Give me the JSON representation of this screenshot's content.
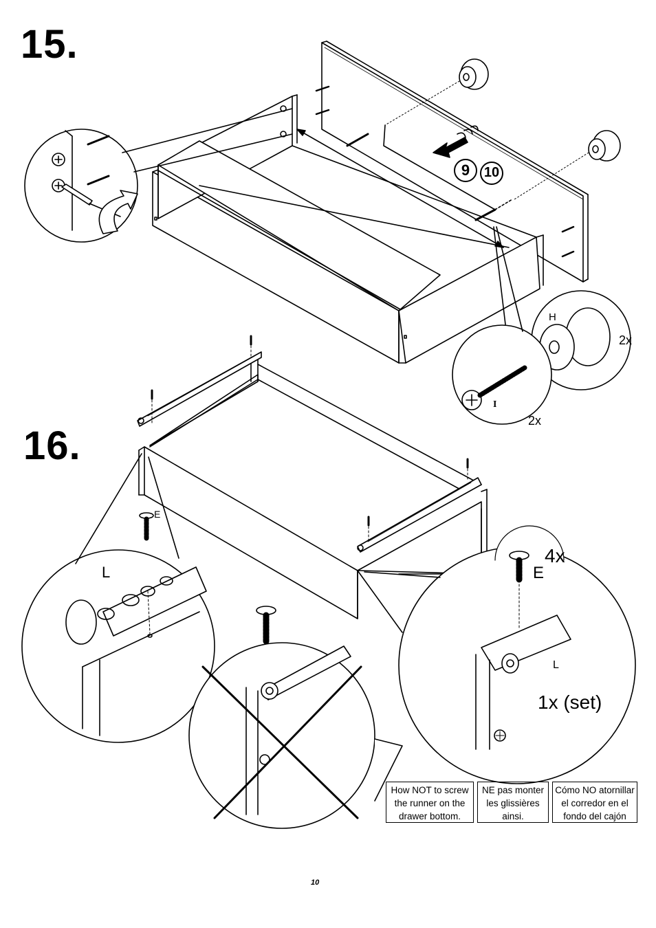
{
  "steps": {
    "step15": {
      "number": "15."
    },
    "step16": {
      "number": "16."
    }
  },
  "step15": {
    "part_numbers": [
      "9",
      "10"
    ],
    "knob_label": "H",
    "knob_qty": "2x",
    "screw_label": "I",
    "screw_qty": "2x"
  },
  "step16": {
    "runner_label_left": "L",
    "screw_label_small": "E",
    "screw_qty": "4x",
    "screw_label_big": "E",
    "runner_label_right": "L",
    "set_qty": "1x (set)"
  },
  "warning": {
    "en": "How NOT to screw the  runner on the drawer bottom.",
    "fr": "NE pas monter les glissières ainsi.",
    "es": "Cómo NO atornillar el corredor en el fondo del cajón"
  },
  "page": {
    "number": "10"
  },
  "icons": [
    "cam-lock-icon",
    "screwdriver-icon",
    "rotate-arrow-icon",
    "push-arrow-icon",
    "knob-icon",
    "screw-icon",
    "runner-icon",
    "cross-out-icon"
  ]
}
